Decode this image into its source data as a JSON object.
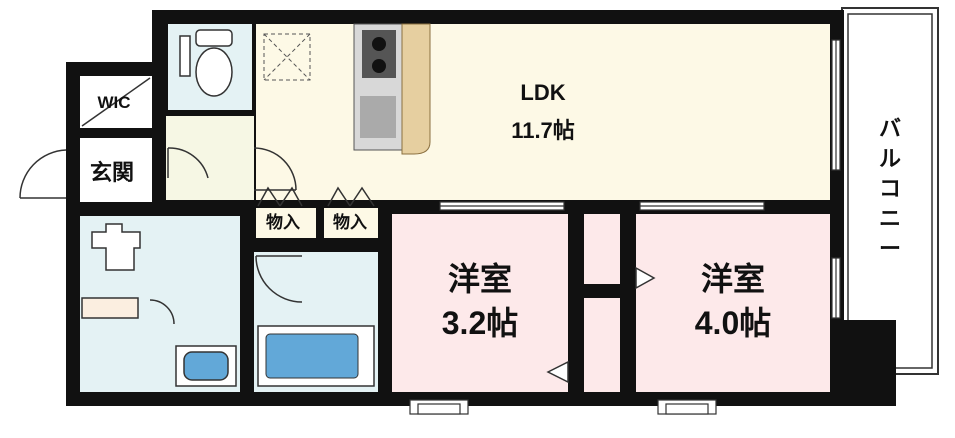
{
  "rooms": {
    "ldk": {
      "name": "LDK",
      "size": "11.7帖"
    },
    "western1": {
      "name": "洋室",
      "size": "3.2帖"
    },
    "western2": {
      "name": "洋室",
      "size": "4.0帖"
    },
    "entrance": "玄関",
    "wic": "WIC",
    "storage": "物入",
    "balcony_chars": [
      "バ",
      "ル",
      "コ",
      "ニ",
      "ー"
    ]
  },
  "colors": {
    "wall": "#111111",
    "ldk_floor": "#fdf9e6",
    "western_floor": "#fde9ea",
    "wet_floor": "#e4f2f4",
    "entrance_floor": "#f6f7e4",
    "wood": "#e6cfa0",
    "tub": "#62a8d8"
  }
}
